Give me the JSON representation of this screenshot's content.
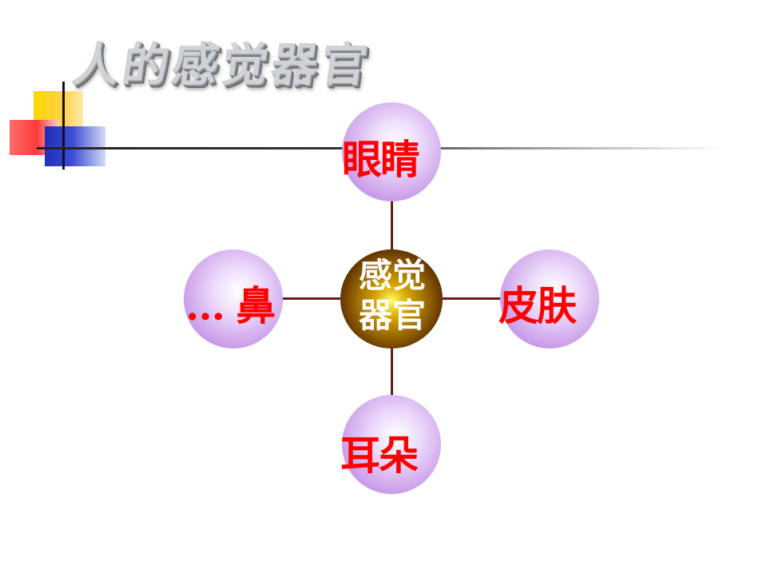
{
  "slide": {
    "title": "人的感觉器官"
  },
  "diagram": {
    "center": {
      "line1": "感觉",
      "line2": "器官"
    },
    "nodes": {
      "top": "眼睛",
      "right": "皮肤",
      "bottom": "耳朵",
      "left": "… 鼻"
    },
    "colors": {
      "label_red": "#ff0000",
      "node_purple": "#c99be8",
      "center_gold": "#d9a800",
      "connector": "#6b1a1a"
    }
  }
}
